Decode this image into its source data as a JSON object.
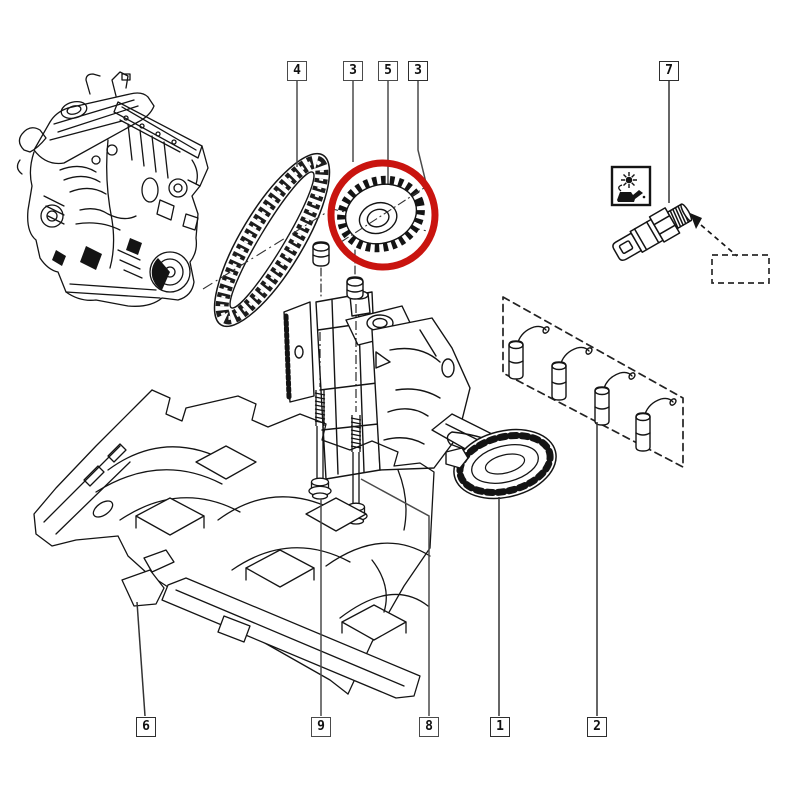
{
  "diagram": {
    "background": "#ffffff",
    "line_color": "#141414",
    "leader_color": "#4a4a4a",
    "highlight_color": "#c9140f"
  },
  "callouts": {
    "top": [
      {
        "number": "4"
      },
      {
        "number": "3"
      },
      {
        "number": "5"
      },
      {
        "number": "3"
      },
      {
        "number": "7"
      }
    ],
    "bottom": [
      {
        "number": "6"
      },
      {
        "number": "9"
      },
      {
        "number": "8"
      },
      {
        "number": "1"
      },
      {
        "number": "2"
      }
    ]
  },
  "icons": {
    "indicator_box": "oil-pressure-warning-icon",
    "indicator_symbols": [
      "warning-light-burst",
      "oil-can"
    ]
  },
  "highlight": {
    "shape": "circle",
    "marks": "camshaft-sprocket",
    "color": "#c9140f"
  }
}
